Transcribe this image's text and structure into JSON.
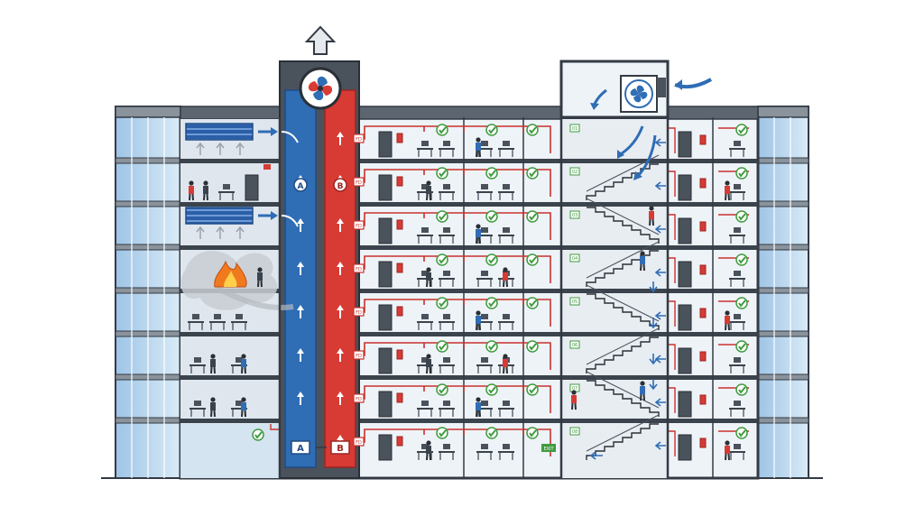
{
  "shafts": {
    "a_label": "A",
    "b_label": "B"
  },
  "door_marker": "FD",
  "exit_marker": "EXIT",
  "stair_markers": [
    "01",
    "02",
    "03",
    "04",
    "05",
    "06",
    "07",
    "08"
  ],
  "colors": {
    "supply_shaft": "#2f6db5",
    "extract_shaft": "#d83a34",
    "wiring": "#c8322d",
    "outline": "#333a44",
    "glass": "#a8cbe8",
    "check": "#3f9b3f",
    "fire": "#f07a1e",
    "smoke": "#c9cdd2"
  },
  "icons": [
    "fan-icon",
    "check-icon",
    "fire-icon",
    "smoke-icon",
    "person-icon",
    "desk-icon",
    "door-icon",
    "stair-icon",
    "arrow-icon"
  ]
}
